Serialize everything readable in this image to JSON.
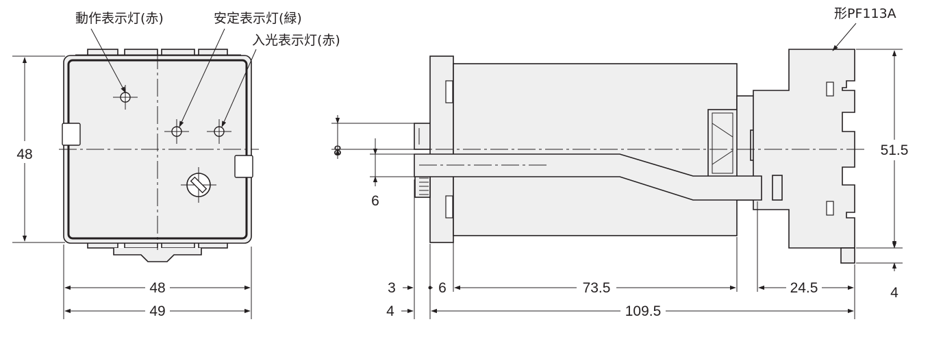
{
  "labels": {
    "operation_indicator": "動作表示灯(赤)",
    "stability_indicator": "安定表示灯(緑)",
    "light_indicator": "入光表示灯(赤)",
    "socket_model": "形PF113A"
  },
  "front_view": {
    "height": "48",
    "inner_width": "48",
    "outer_width": "49"
  },
  "side_view": {
    "dim_8": "8",
    "dim_6_vertical": "6",
    "dim_51_5": "51.5",
    "dim_4_vertical": "4",
    "dim_3": "3",
    "dim_6_horizontal": "6",
    "dim_73_5": "73.5",
    "dim_24_5": "24.5",
    "dim_4_horizontal": "4",
    "dim_109_5": "109.5"
  },
  "colors": {
    "line": "#231f20",
    "body": "#efefef"
  }
}
